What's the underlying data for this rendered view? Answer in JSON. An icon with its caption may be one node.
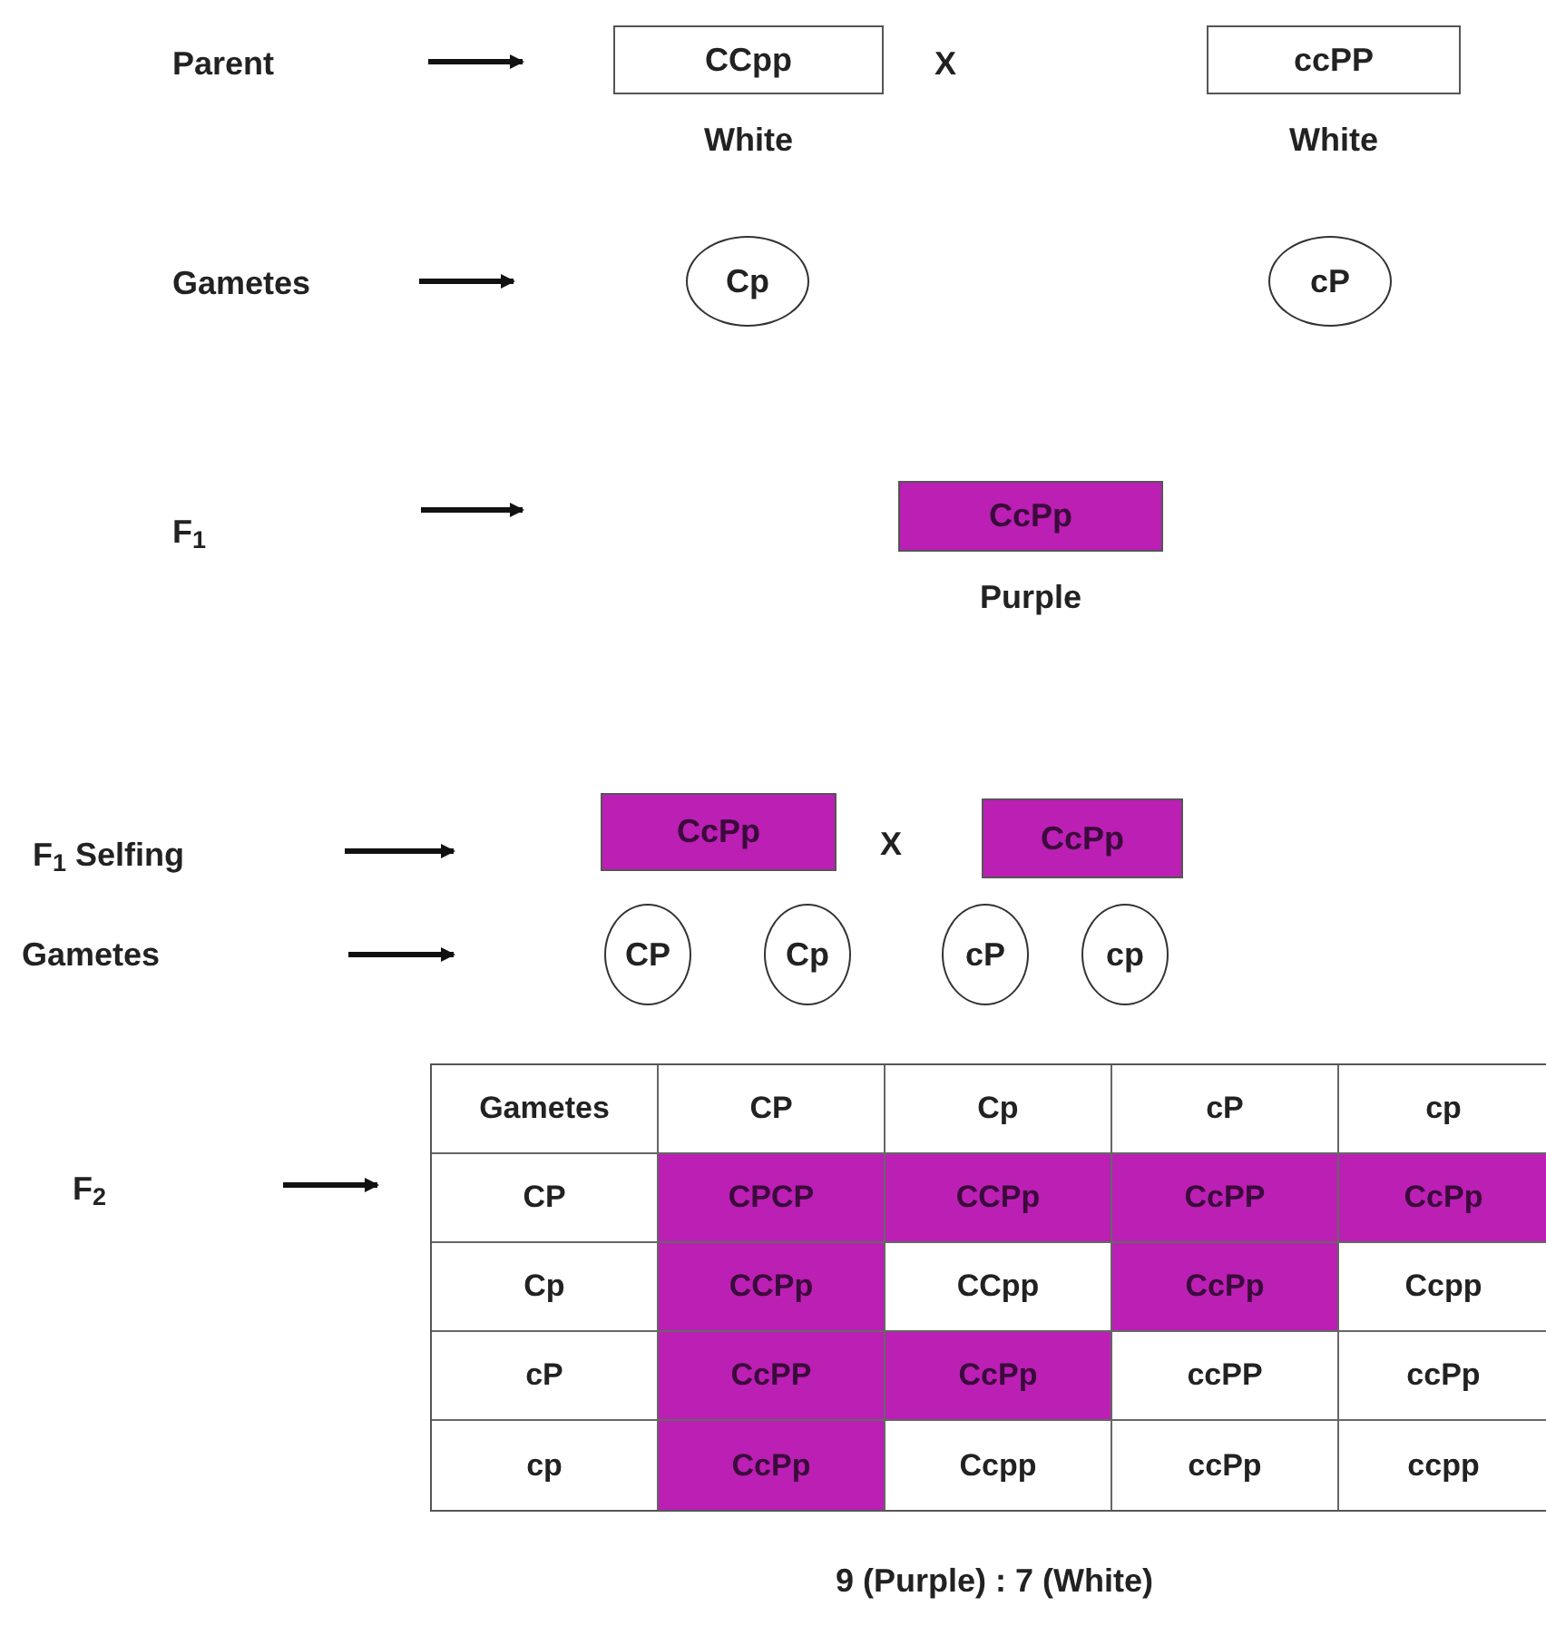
{
  "diagram": {
    "nodes": [
      {
        "text": [
          "CCpp"
        ],
        "beside": [
          "White"
        ]
      },
      {
        "text": [
          "ccPP"
        ],
        "beside": [
          "White"
        ]
      },
      {
        "text": [
          "Cp"
        ]
      },
      {
        "text": [
          "cP"
        ]
      },
      {
        "text": [
          "CcPp"
        ],
        "beside": [
          "Purple"
        ]
      },
      {
        "text": [
          "CcPp"
        ]
      },
      {
        "text": [
          "CcPp"
        ]
      },
      {
        "text": [
          "CP"
        ]
      },
      {
        "text": [
          "Cp"
        ]
      },
      {
        "text": [
          "cP"
        ]
      },
      {
        "text": [
          "cp"
        ]
      }
    ],
    "labels": [
      "Parent",
      "X",
      "Gametes",
      "F$_{1}$",
      "F$_{1}$ Selfing",
      "X",
      "Gametes",
      "F$_{2}$",
      "Gametes",
      "CP",
      "Cp",
      "cP",
      "cp",
      "CP",
      "CPCP",
      "CCPp",
      "CcPP",
      "CcPp",
      "Cp",
      "CCPp",
      "CCpp",
      "CcPp",
      "Ccpp",
      "cP",
      "CcPP",
      "CcPp",
      "ccPP",
      "ccPp",
      "cp",
      "CcPp",
      "Ccpp",
      "ccPp",
      "ccpp",
      "9 (Purple) : 7 (White)"
    ]
  }
}
